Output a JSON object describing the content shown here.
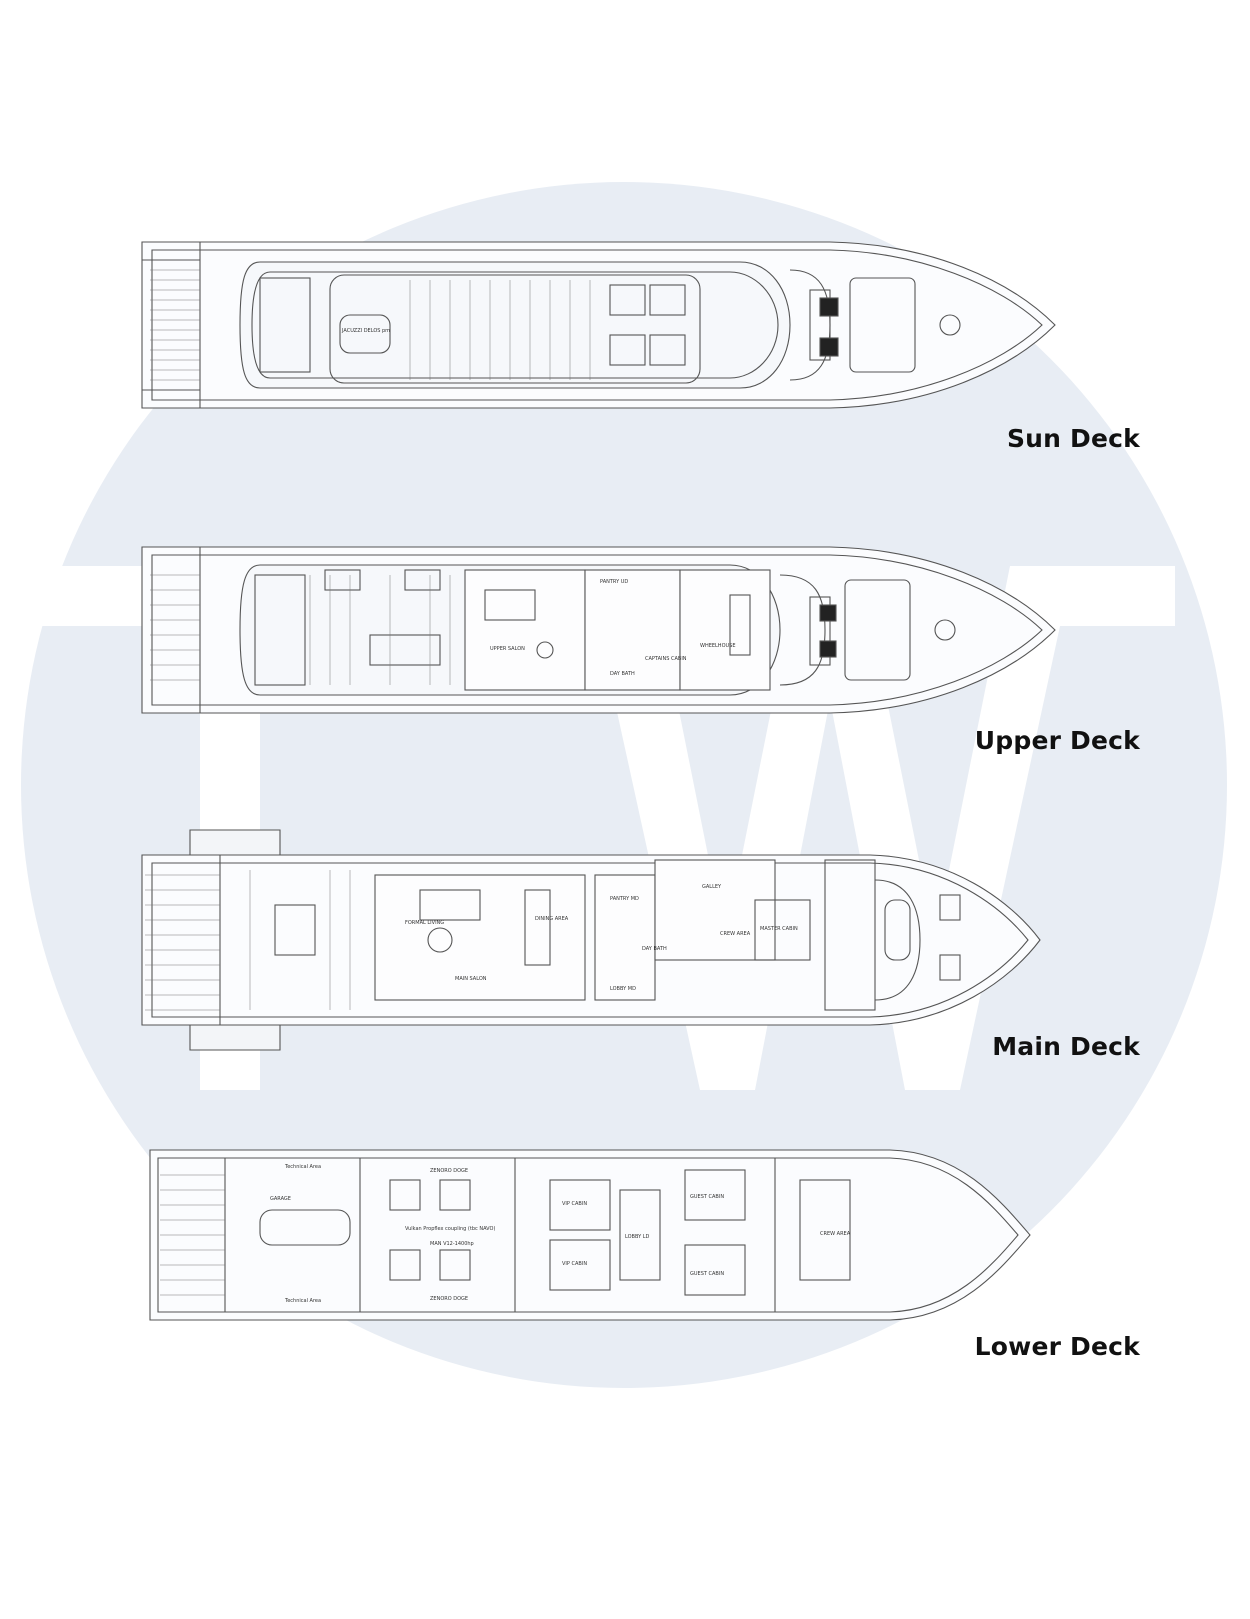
{
  "watermark": {
    "text": "TW",
    "color": "#e8edf4"
  },
  "decks": [
    {
      "id": "sun",
      "label": "Sun Deck",
      "rooms": [
        "JACUZZI DELOS pm"
      ]
    },
    {
      "id": "upper",
      "label": "Upper Deck",
      "rooms": [
        "UPPER SALON",
        "PANTRY UD",
        "CAPTAINS CABIN",
        "DAY BATH",
        "WHEELHOUSE"
      ]
    },
    {
      "id": "main",
      "label": "Main Deck",
      "rooms": [
        "FORMAL LIVING",
        "MAIN SALON",
        "DINING AREA",
        "PANTRY MD",
        "LOBBY MD",
        "DAY BATH",
        "GALLEY",
        "CREW AREA",
        "MASTER CABIN"
      ]
    },
    {
      "id": "lower",
      "label": "Lower Deck",
      "rooms": [
        "Technical Area",
        "GARAGE",
        "Technical Area",
        "ZENORO DOGE",
        "Vulkan Propflex coupling (tbc NAVO)",
        "MAN V12-1400hp",
        "ZENORO DOGE",
        "VIP CABIN",
        "VIP CABIN",
        "LOBBY LD",
        "GUEST CABIN",
        "GUEST CABIN",
        "CREW AREA"
      ]
    }
  ]
}
